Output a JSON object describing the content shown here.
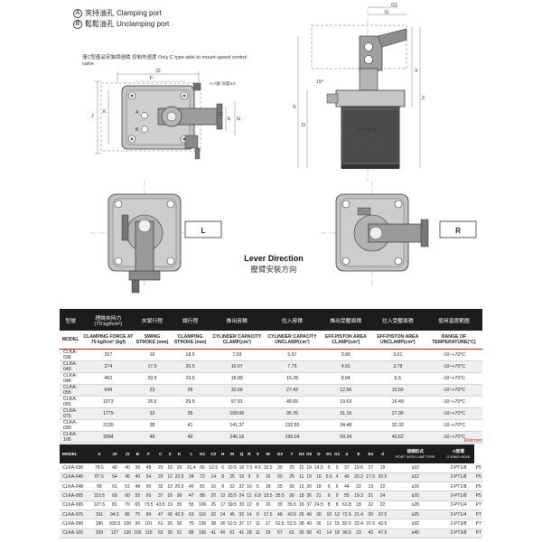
{
  "legend": {
    "a_marker": "A",
    "a_zh": "夾持油孔",
    "a_en": "Clamping port",
    "b_marker": "B",
    "b_zh": "鬆鬆油孔",
    "b_en": "Unclamping port"
  },
  "c_type_note": {
    "zh": "僅C型產品安裝調速閥 控制夾速度",
    "en": "Only C type able to mount speed control valve"
  },
  "drawing_labels": {
    "l_box": "L",
    "r_box": "R",
    "dim_j2": "J2",
    "dim_f": "F",
    "dim_j": "J",
    "dim_k": "K",
    "dim_c": "C",
    "dim_e": "E",
    "dim_g1": "G1",
    "dim_g": "G",
    "dim_d": "D",
    "dim_s": "S",
    "dim_x": "X",
    "dim_z": "Z",
    "dim_angle": "15°",
    "dim_dia": "#Y3 (D)L",
    "section": "A-A剖 深度ø.5",
    "a_port": "A",
    "b_port": "B"
  },
  "lever_direction": {
    "en": "Lever Direction",
    "zh": "壓臂安裝方向"
  },
  "spec_table": {
    "headers_zh": [
      "型號",
      "理論夾持力\n(70 kgf/cm²)",
      "夾緊行程",
      "總行程",
      "推出容積",
      "拉入容積",
      "推出受壓面積",
      "拉入受壓面積",
      "使用溫度範圍"
    ],
    "headers_en": [
      "MODEL",
      "CLAMPING FORCE AT 70 kgf/cm² (kgf)",
      "SWING STROKE (mm)",
      "CLAMPING STROKE (mm)",
      "CYLINDER CAPACITY CLAMP(cm³)",
      "CYLINDER CAPACITY UNCLAMP(cm³)",
      "EFF.PISTON AREA CLAMP(cm²)",
      "EFF.PISTON AREA UNCLAMP(cm²)",
      "RANGE OF TEMPERATURE(°C)"
    ],
    "rows": [
      [
        "CLKA-036",
        "207",
        "16",
        "18.5",
        "7.03",
        "5.57",
        "3.80",
        "3.01",
        "-10~+70°C"
      ],
      [
        "CLKA-040",
        "274",
        "17.5",
        "20.5",
        "10.07",
        "7.75",
        "4.91",
        "3.78",
        "-10~+70°C"
      ],
      [
        "CLKA-048",
        "452",
        "20.5",
        "23.5",
        "18.89",
        "15.28",
        "8.04",
        "6.5",
        "-10~+70°C"
      ],
      [
        "CLKA-055",
        "649",
        "23",
        "26",
        "32.66",
        "27.43",
        "12.56",
        "10.55",
        "-10~+70°C"
      ],
      [
        "CLKA-065",
        "1073",
        "26.5",
        "29.5",
        "57.91",
        "48.65",
        "19.63",
        "16.49",
        "-10~+70°C"
      ],
      [
        "CLKA-075",
        "1779",
        "32",
        "35",
        "109.06",
        "95.76",
        "31.16",
        "27.36",
        "-10~+70°C"
      ],
      [
        "CLKA-090",
        "2135",
        "38",
        "41",
        "141.37",
        "132.55",
        "34.48",
        "32.33",
        "-10~+70°C"
      ],
      [
        "CLKA-105",
        "3094",
        "46",
        "49",
        "246.18",
        "199.04",
        "50.24",
        "40.62",
        "-10~+70°C"
      ]
    ]
  },
  "dimension_table": {
    "unit": "Unit:mm",
    "headers": [
      "MODEL",
      "A",
      "J2",
      "J1",
      "B",
      "F",
      "C",
      "Z",
      "K",
      "L",
      "G1",
      "C2",
      "H",
      "M",
      "Q",
      "R",
      "S",
      "W",
      "G3",
      "Y",
      "G3",
      "G2",
      "D",
      "D1",
      "G1",
      "α",
      "E",
      "E4",
      "d",
      "接頭形式",
      "O型環"
    ],
    "header_sub": {
      "port": "PORT WITH LINE TYPE",
      "oring": "O-RING HOLE"
    },
    "rows": [
      [
        "CLKA-036",
        "78.5",
        "49",
        "40",
        "36",
        "48",
        "23",
        "10",
        "20",
        "31.4",
        "66",
        "12.5",
        "6",
        "23.5",
        "16",
        "7.5",
        "4.5",
        "15.5",
        "30",
        "20",
        "11",
        "19",
        "14.5",
        "5",
        "5",
        "37",
        "19.6",
        "17",
        "19",
        "ù10",
        "2-PT1/8",
        "P5"
      ],
      [
        "CLKA-040",
        "87.5",
        "54",
        "45",
        "40",
        "54",
        "29",
        "12",
        "22.5",
        "34",
        "72",
        "14",
        "8",
        "25",
        "19",
        "9",
        "5",
        "16",
        "30",
        "25",
        "11",
        "19",
        "16",
        "5.5",
        "4",
        "40",
        "20.2",
        "17.5",
        "20.5",
        "ù12",
        "2-PT1/8",
        "P5"
      ],
      [
        "CLKA-048",
        "99",
        "61",
        "51",
        "48",
        "60",
        "32",
        "12",
        "25.5",
        "40",
        "81",
        "16",
        "8",
        "32",
        "22",
        "10",
        "5",
        "18",
        "35",
        "30",
        "13",
        "20",
        "18",
        "6",
        "6",
        "44",
        "22",
        "19",
        "22",
        "ù16",
        "2-PT1/8",
        "P5"
      ],
      [
        "CLKA-055",
        "110.5",
        "69",
        "60",
        "55",
        "65",
        "37",
        "16",
        "30",
        "47",
        "88",
        "20",
        "12",
        "33.5",
        "24",
        "11",
        "6.8",
        "13.5",
        "35.5",
        "30",
        "18",
        "26",
        "21",
        "6",
        "9",
        "55",
        "19.3",
        "21",
        "24",
        "ù20",
        "2-PT1/8",
        "P5"
      ],
      [
        "CLKA-065",
        "127.5",
        "81",
        "70",
        "65",
        "73.5",
        "43.5",
        "19",
        "35",
        "55",
        "106",
        "25",
        "17",
        "39.5",
        "33",
        "12",
        "8",
        "16",
        "39",
        "35.5",
        "19",
        "37",
        "24.5",
        "8",
        "8",
        "61.8",
        "18",
        "22",
        "22",
        "ù20",
        "2-PT1/4",
        "P7"
      ],
      [
        "CLKA-075",
        "151",
        "94.5",
        "85",
        "75",
        "84",
        "47",
        "42",
        "42.5",
        "63",
        "116",
        "32",
        "24",
        "45",
        "32",
        "14",
        "9",
        "17.5",
        "48",
        "43.5",
        "25",
        "40",
        "30",
        "10",
        "12",
        "72.5",
        "21.4",
        "30",
        "37.5",
        "ù25",
        "2-PT1/4",
        "P7"
      ],
      [
        "CLKA-090",
        "180",
        "109.5",
        "100",
        "90",
        "101",
        "61",
        "25",
        "50",
        "75",
        "136",
        "38",
        "30",
        "52.5",
        "37",
        "17",
        "11",
        "17",
        "52.5",
        "52.5",
        "28",
        "49",
        "36",
        "12",
        "15",
        "82.5",
        "22.4",
        "37.5",
        "42.5",
        "ù32",
        "2-PT3/8",
        "P7"
      ],
      [
        "CLKA-105",
        "209",
        "127",
        "120",
        "105",
        "115",
        "63",
        "30",
        "51",
        "88",
        "156",
        "41",
        "40",
        "61",
        "41",
        "18",
        "11",
        "19",
        "57",
        "61",
        "30",
        "58",
        "41",
        "14",
        "18",
        "96.5",
        "23",
        "43",
        "47.5",
        "ù40",
        "2-PT3/8",
        "P7"
      ]
    ]
  },
  "colors": {
    "table_header_bg": "#1c1c1c",
    "accent_red": "#c0222a",
    "zebra": "#efefef",
    "drawing_fill": "#b9b9b9",
    "drawing_dark": "#4a4a4a"
  }
}
